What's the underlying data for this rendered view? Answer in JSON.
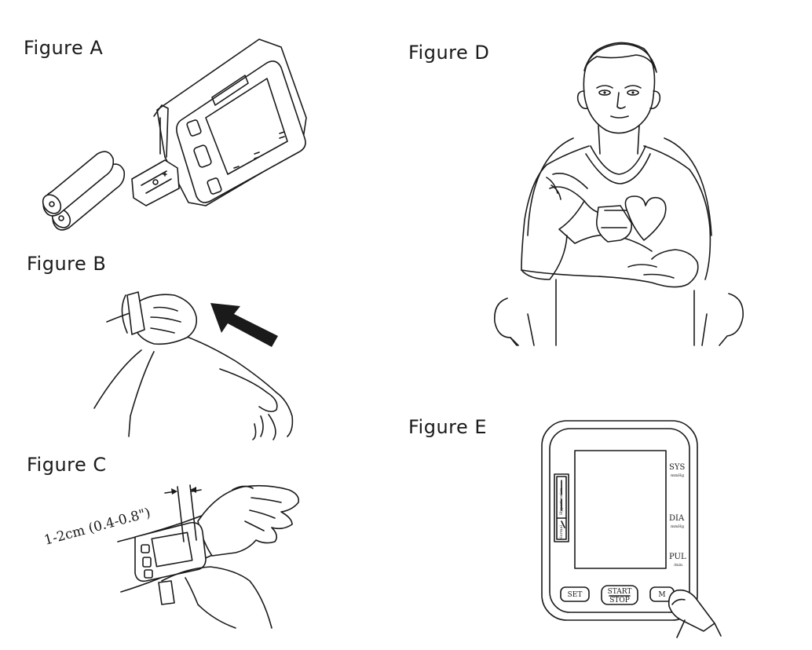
{
  "figures": {
    "a": {
      "label": "Figure A"
    },
    "b": {
      "label": "Figure B"
    },
    "c": {
      "label": "Figure C",
      "dimension": "1-2cm (0.4-0.8\")"
    },
    "d": {
      "label": "Figure D"
    },
    "e": {
      "label": "Figure E",
      "readouts": {
        "sys": "SYS",
        "sys_unit": "mmHg",
        "dia": "DIA",
        "dia_unit": "mmHg",
        "pul": "PUL",
        "pul_unit": "/min"
      },
      "scale": {
        "normal": "Normal",
        "hypertension": "Hypertension"
      },
      "buttons": {
        "set": "SET",
        "start": "START",
        "stop": "STOP",
        "m": "M"
      }
    }
  }
}
